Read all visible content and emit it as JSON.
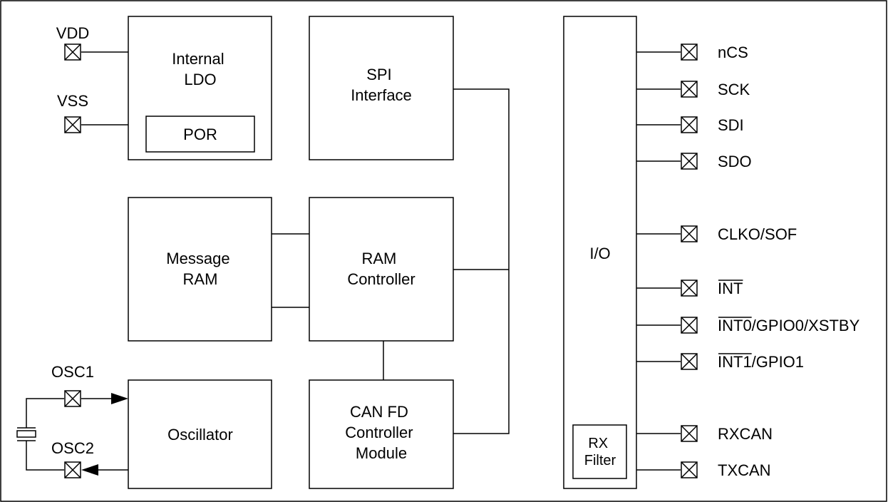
{
  "blocks": {
    "ldo": [
      "Internal",
      "LDO"
    ],
    "por": "POR",
    "spi": [
      "SPI",
      "Interface"
    ],
    "message_ram": [
      "Message",
      "RAM"
    ],
    "ram_controller": [
      "RAM",
      "Controller"
    ],
    "oscillator": "Oscillator",
    "can_fd": [
      "CAN FD",
      "Controller",
      "Module"
    ],
    "io": "I/O",
    "rx_filter": [
      "RX",
      "Filter"
    ]
  },
  "power_pins": {
    "vdd": "VDD",
    "vss": "VSS"
  },
  "osc_pins": {
    "osc1": "OSC1",
    "osc2": "OSC2"
  },
  "io_pins": [
    {
      "label": "nCS"
    },
    {
      "label": "SCK"
    },
    {
      "label": "SDI"
    },
    {
      "label": "SDO"
    },
    {
      "label": "CLKO/SOF"
    },
    {
      "label": "INT",
      "overline": "INT"
    },
    {
      "label": "INT0/GPIO0/XSTBY",
      "overline": "INT0"
    },
    {
      "label": "INT1/GPIO1",
      "overline": "INT1"
    },
    {
      "label": "RXCAN"
    },
    {
      "label": "TXCAN"
    }
  ]
}
